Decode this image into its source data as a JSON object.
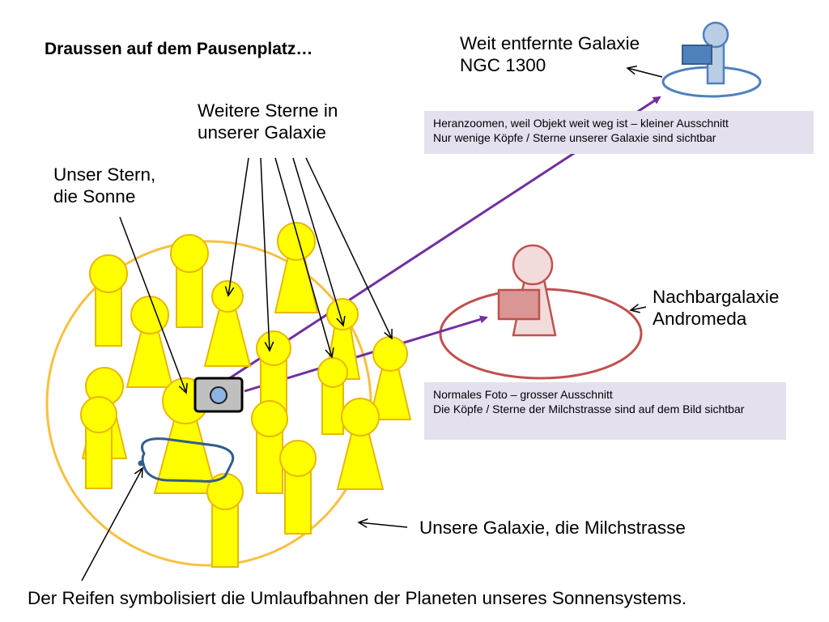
{
  "title": "Draussen auf dem Pausenplatz…",
  "labels": {
    "distant_galaxy": [
      "Weit entfernte Galaxie",
      "NGC 1300"
    ],
    "more_stars": [
      "Weitere Sterne in",
      "unserer Galaxie"
    ],
    "our_star": [
      "Unser Stern,",
      "die Sonne"
    ],
    "neighbor_galaxy": [
      "Nachbargalaxie",
      "Andromeda"
    ],
    "our_galaxy": "Unsere Galaxie, die Milchstrasse",
    "hoop_caption": "Der Reifen symbolisiert die Umlaufbahnen der Planeten unseres Sonnensystems."
  },
  "notes": {
    "zoom": [
      "Heranzoomen, weil Objekt weit weg ist – kleiner Ausschnitt",
      "Nur wenige Köpfe / Sterne unserer Galaxie sind sichtbar"
    ],
    "normal": [
      "Normales Foto – grosser Ausschnitt",
      "Die Köpfe / Sterne der Milchstrasse sind auf dem Bild sichtbar"
    ]
  },
  "colors": {
    "people_fill": "#ffff00",
    "people_stroke": "#e8b800",
    "galaxy_circle": "#f8c040",
    "andromeda": "#c0504d",
    "andromeda_fill": "#f2dcdb",
    "ngc": "#4f81bd",
    "ngc_fill": "#b9cde5",
    "purple_arrow": "#7030a0",
    "note_bg": "#e5e0ee",
    "hoop": "#355c8c"
  },
  "icons": [
    "camera-icon",
    "person-icon",
    "arrow-icon"
  ]
}
